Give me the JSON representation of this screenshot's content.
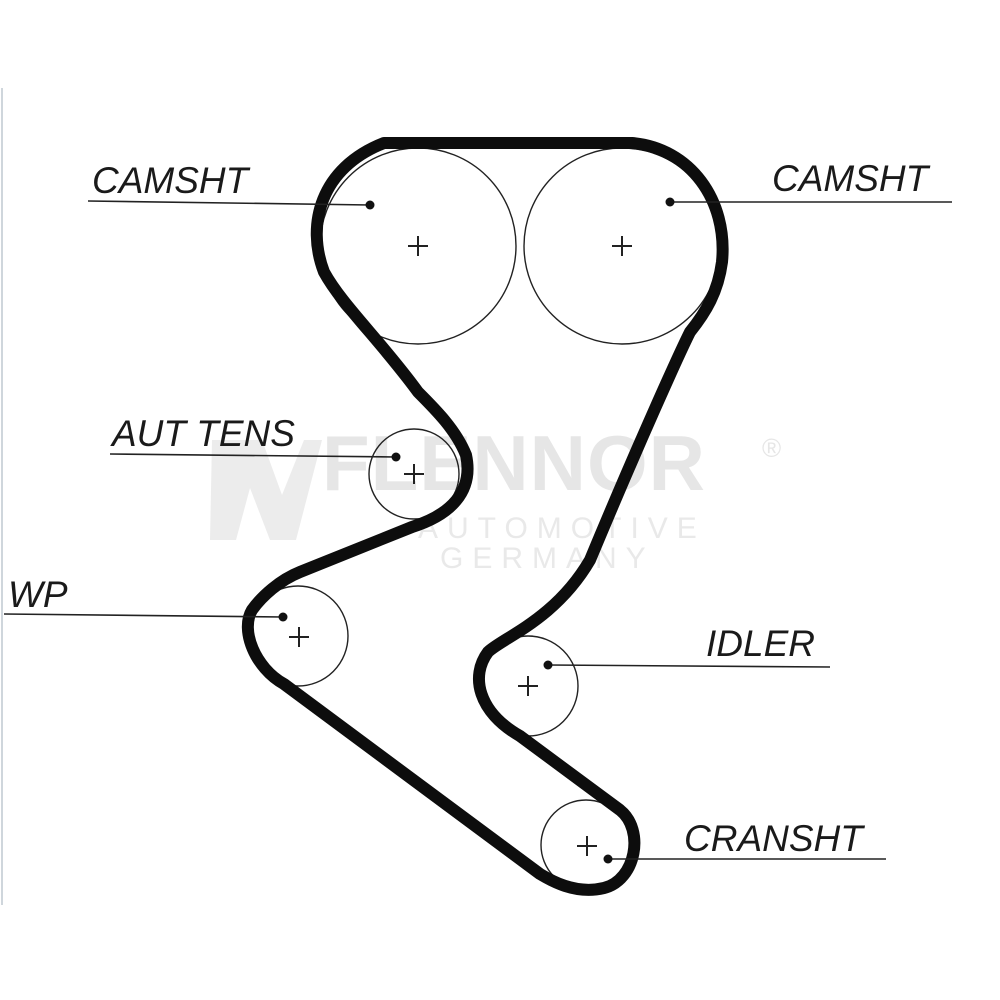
{
  "watermark": {
    "brand": "FLENNOR",
    "registered": "®",
    "line1": "AUTOMOTIVE",
    "line2": "GERMANY"
  },
  "labels": {
    "camshaft_left": "CAMSHT",
    "camshaft_right": "CAMSHT",
    "auto_tensioner": "AUT TENS",
    "water_pump": "WP",
    "idler": "IDLER",
    "crankshaft": "CRANSHT"
  },
  "colors": {
    "belt": "#0d0d0d",
    "watermark": "#e6e6e6",
    "background": "#ffffff"
  }
}
